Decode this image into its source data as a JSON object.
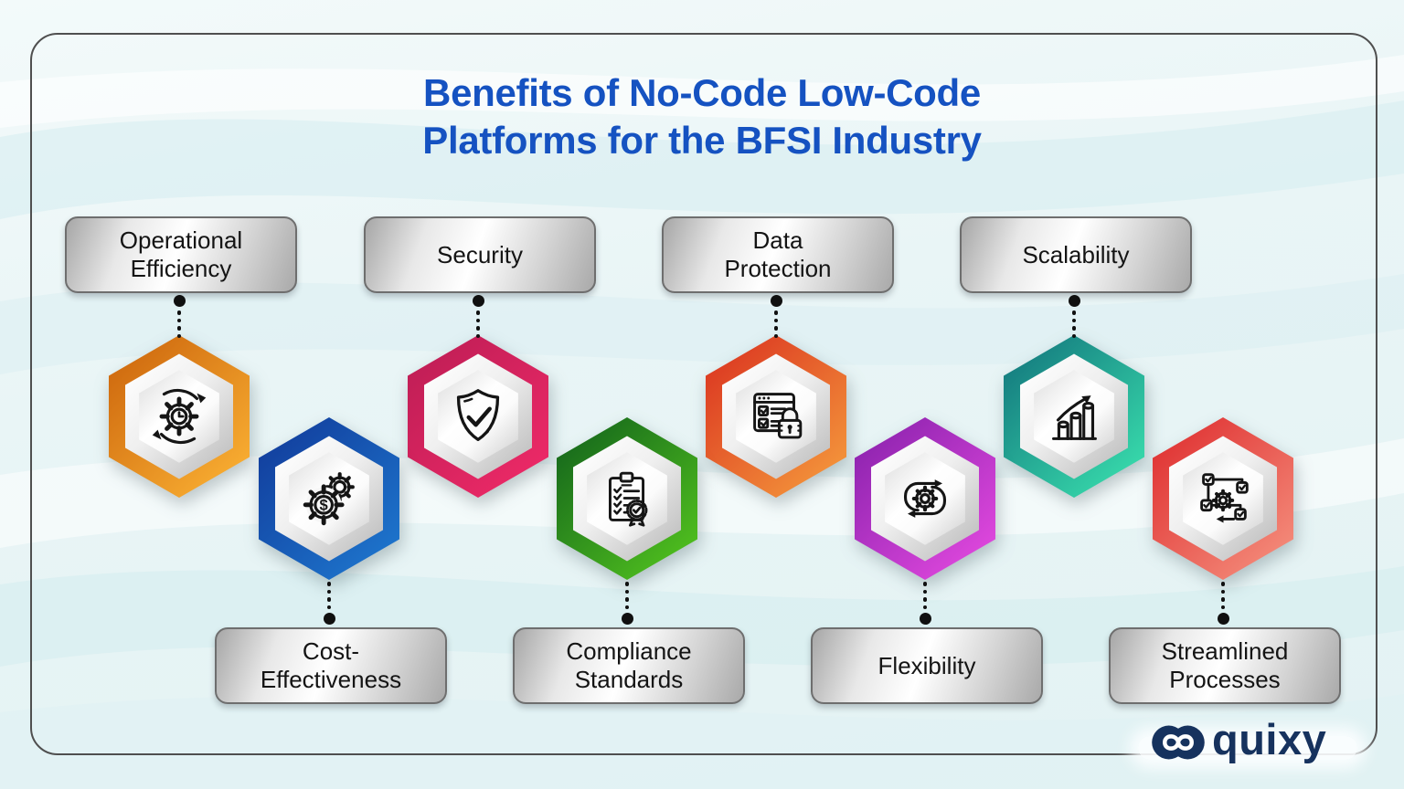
{
  "title": {
    "line1": "Benefits of No-Code Low-Code",
    "line2": "Platforms for the BFSI Industry",
    "color": "#1552c1"
  },
  "benefits": [
    {
      "label": "Operational\nEfficiency",
      "icon": "gear-clock-cycle-icon",
      "row": "top",
      "color_from": "#cf6a0f",
      "color_to": "#fbb234"
    },
    {
      "label": "Security",
      "icon": "shield-check-icon",
      "row": "top",
      "color_from": "#c01e56",
      "color_to": "#ef2a68"
    },
    {
      "label": "Data\nProtection",
      "icon": "form-lock-icon",
      "row": "top",
      "color_from": "#dc3a22",
      "color_to": "#f59a3c"
    },
    {
      "label": "Scalability",
      "icon": "growth-chart-icon",
      "row": "top",
      "color_from": "#157d80",
      "color_to": "#3ae0ae"
    },
    {
      "label": "Cost-\nEffectiveness",
      "icon": "gears-dollar-icon",
      "row": "bottom",
      "color_from": "#123f9e",
      "color_to": "#1e78cf"
    },
    {
      "label": "Compliance\nStandards",
      "icon": "checklist-certificate-icon",
      "row": "bottom",
      "color_from": "#176a1c",
      "color_to": "#53c41e"
    },
    {
      "label": "Flexibility",
      "icon": "agile-gear-icon",
      "row": "bottom",
      "color_from": "#8f24b0",
      "color_to": "#e44ae0"
    },
    {
      "label": "Streamlined\nProcesses",
      "icon": "workflow-icon",
      "row": "bottom",
      "color_from": "#e03434",
      "color_to": "#f5907e"
    }
  ],
  "glyphs": {
    "currency": "$"
  },
  "brand": {
    "name": "quixy",
    "color": "#16325e"
  }
}
